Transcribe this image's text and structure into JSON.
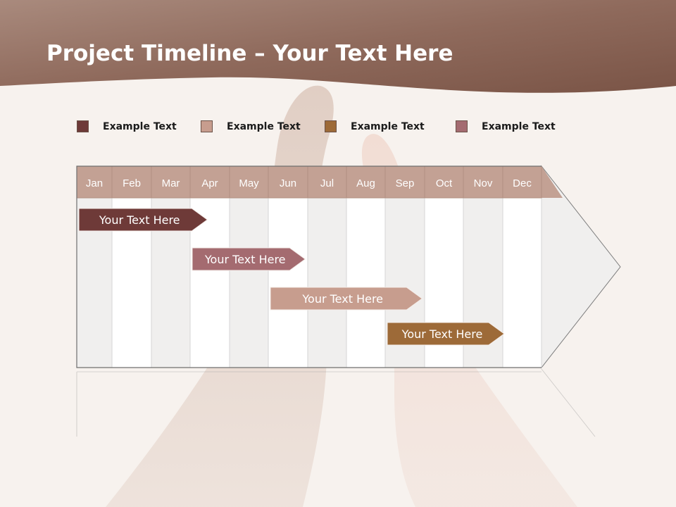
{
  "slide": {
    "title_bold": "Project Timeline",
    "title_rest": " – Your Text Here"
  },
  "legend": [
    {
      "label": "Example Text",
      "color": "#6e3a38"
    },
    {
      "label": "Example Text",
      "color": "#c79d8e"
    },
    {
      "label": "Example Text",
      "color": "#9d6a38"
    },
    {
      "label": "Example Text",
      "color": "#a46b70"
    }
  ],
  "timeline": {
    "months": [
      "Jan",
      "Feb",
      "Mar",
      "Apr",
      "May",
      "Jun",
      "Jul",
      "Aug",
      "Sep",
      "Oct",
      "Nov",
      "Dec"
    ],
    "tasks": [
      {
        "label": "Your  Text Here",
        "start_month": 1.0,
        "end_month": 4.4,
        "color": "#6e3a38"
      },
      {
        "label": "Your  Text Here",
        "start_month": 4.0,
        "end_month": 6.9,
        "color": "#a46b70"
      },
      {
        "label": "Your  Text Here",
        "start_month": 6.0,
        "end_month": 9.9,
        "color": "#c79d8e"
      },
      {
        "label": "Your  Text Here",
        "start_month": 9.0,
        "end_month": 12.0,
        "color": "#9d6a38"
      }
    ],
    "colors": {
      "header": "#c3a194",
      "arrow_head": "#f0efee",
      "shaded_column": "#f0efee",
      "plain_column": "#ffffff"
    }
  }
}
